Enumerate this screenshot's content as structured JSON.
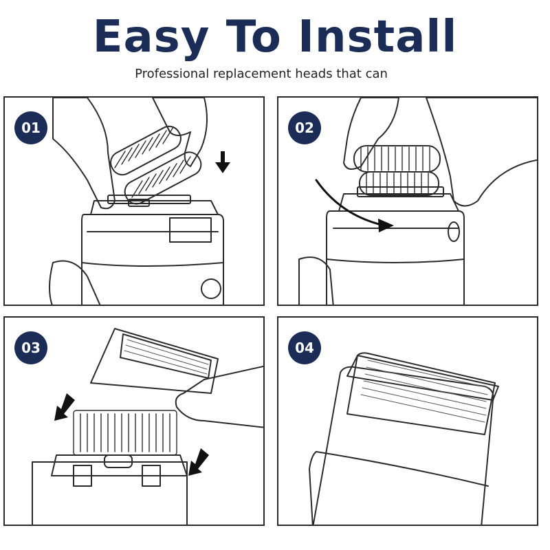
{
  "header": {
    "title": "Easy To Install",
    "subtitle": "Professional replacement heads that can"
  },
  "steps": [
    {
      "number": "01"
    },
    {
      "number": "02"
    },
    {
      "number": "03"
    },
    {
      "number": "04"
    }
  ],
  "colors": {
    "accent": "#1b2d57",
    "line": "#2a2a2a"
  }
}
